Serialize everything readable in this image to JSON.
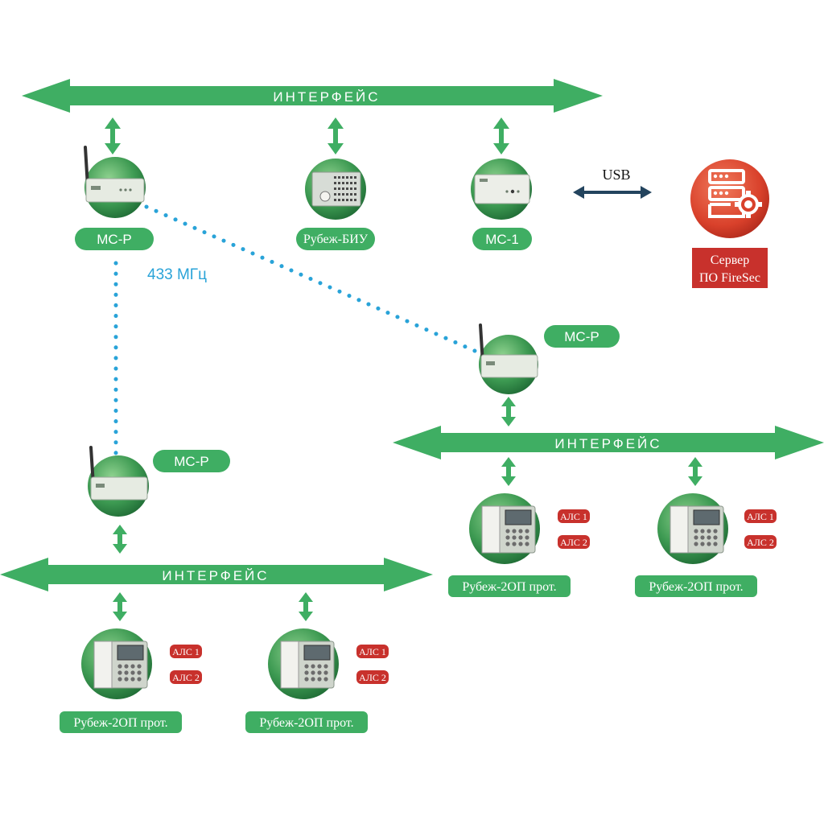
{
  "buses": [
    {
      "label": "ИНТЕРФЕЙС"
    },
    {
      "label": "ИНТЕРФЕЙС"
    },
    {
      "label": "ИНТЕРФЕЙС"
    }
  ],
  "devices": {
    "mcp_top": {
      "label": "МС-Р"
    },
    "biu": {
      "label": "Рубеж-БИУ"
    },
    "mc1": {
      "label": "МС-1"
    },
    "mcp_right": {
      "label": "МС-Р"
    },
    "mcp_left": {
      "label": "МС-Р"
    }
  },
  "controllers": [
    {
      "label": "Рубеж-2ОП прот.",
      "als": [
        "АЛС 1",
        "АЛС 2"
      ]
    },
    {
      "label": "Рубеж-2ОП прот.",
      "als": [
        "АЛС 1",
        "АЛС 2"
      ]
    },
    {
      "label": "Рубеж-2ОП прот.",
      "als": [
        "АЛС 1",
        "АЛС 2"
      ]
    },
    {
      "label": "Рубеж-2ОП прот.",
      "als": [
        "АЛС 1",
        "АЛС 2"
      ]
    }
  ],
  "link": {
    "usb": "USB",
    "frequency": "433 МГц"
  },
  "server": {
    "line1": "Сервер",
    "line2": "ПО FireSec"
  },
  "colors": {
    "bus": "#3fae63",
    "radio_link": "#29a3d8",
    "server": "#c8312c",
    "usb_arrow": "#23445e"
  }
}
